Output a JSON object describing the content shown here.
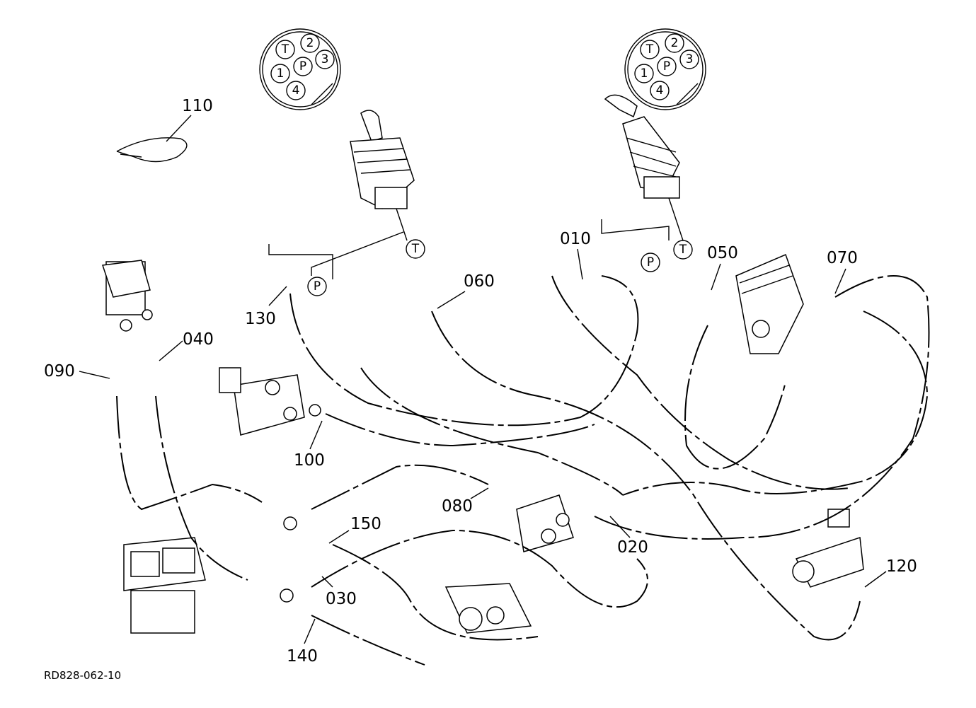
{
  "diagram": {
    "drawing_code": "RD828-062-10",
    "connector_pin_labels": [
      "T",
      "2",
      "3",
      "1",
      "P",
      "4"
    ],
    "port_markers": [
      "P",
      "T",
      "P",
      "T"
    ],
    "callouts": [
      {
        "id": "010",
        "label": "010"
      },
      {
        "id": "020",
        "label": "020"
      },
      {
        "id": "030",
        "label": "030"
      },
      {
        "id": "040",
        "label": "040"
      },
      {
        "id": "050",
        "label": "050"
      },
      {
        "id": "060",
        "label": "060"
      },
      {
        "id": "070",
        "label": "070"
      },
      {
        "id": "080",
        "label": "080"
      },
      {
        "id": "090",
        "label": "090"
      },
      {
        "id": "100",
        "label": "100"
      },
      {
        "id": "110",
        "label": "110"
      },
      {
        "id": "120",
        "label": "120"
      },
      {
        "id": "130",
        "label": "130"
      },
      {
        "id": "140",
        "label": "140"
      },
      {
        "id": "150",
        "label": "150"
      }
    ]
  }
}
